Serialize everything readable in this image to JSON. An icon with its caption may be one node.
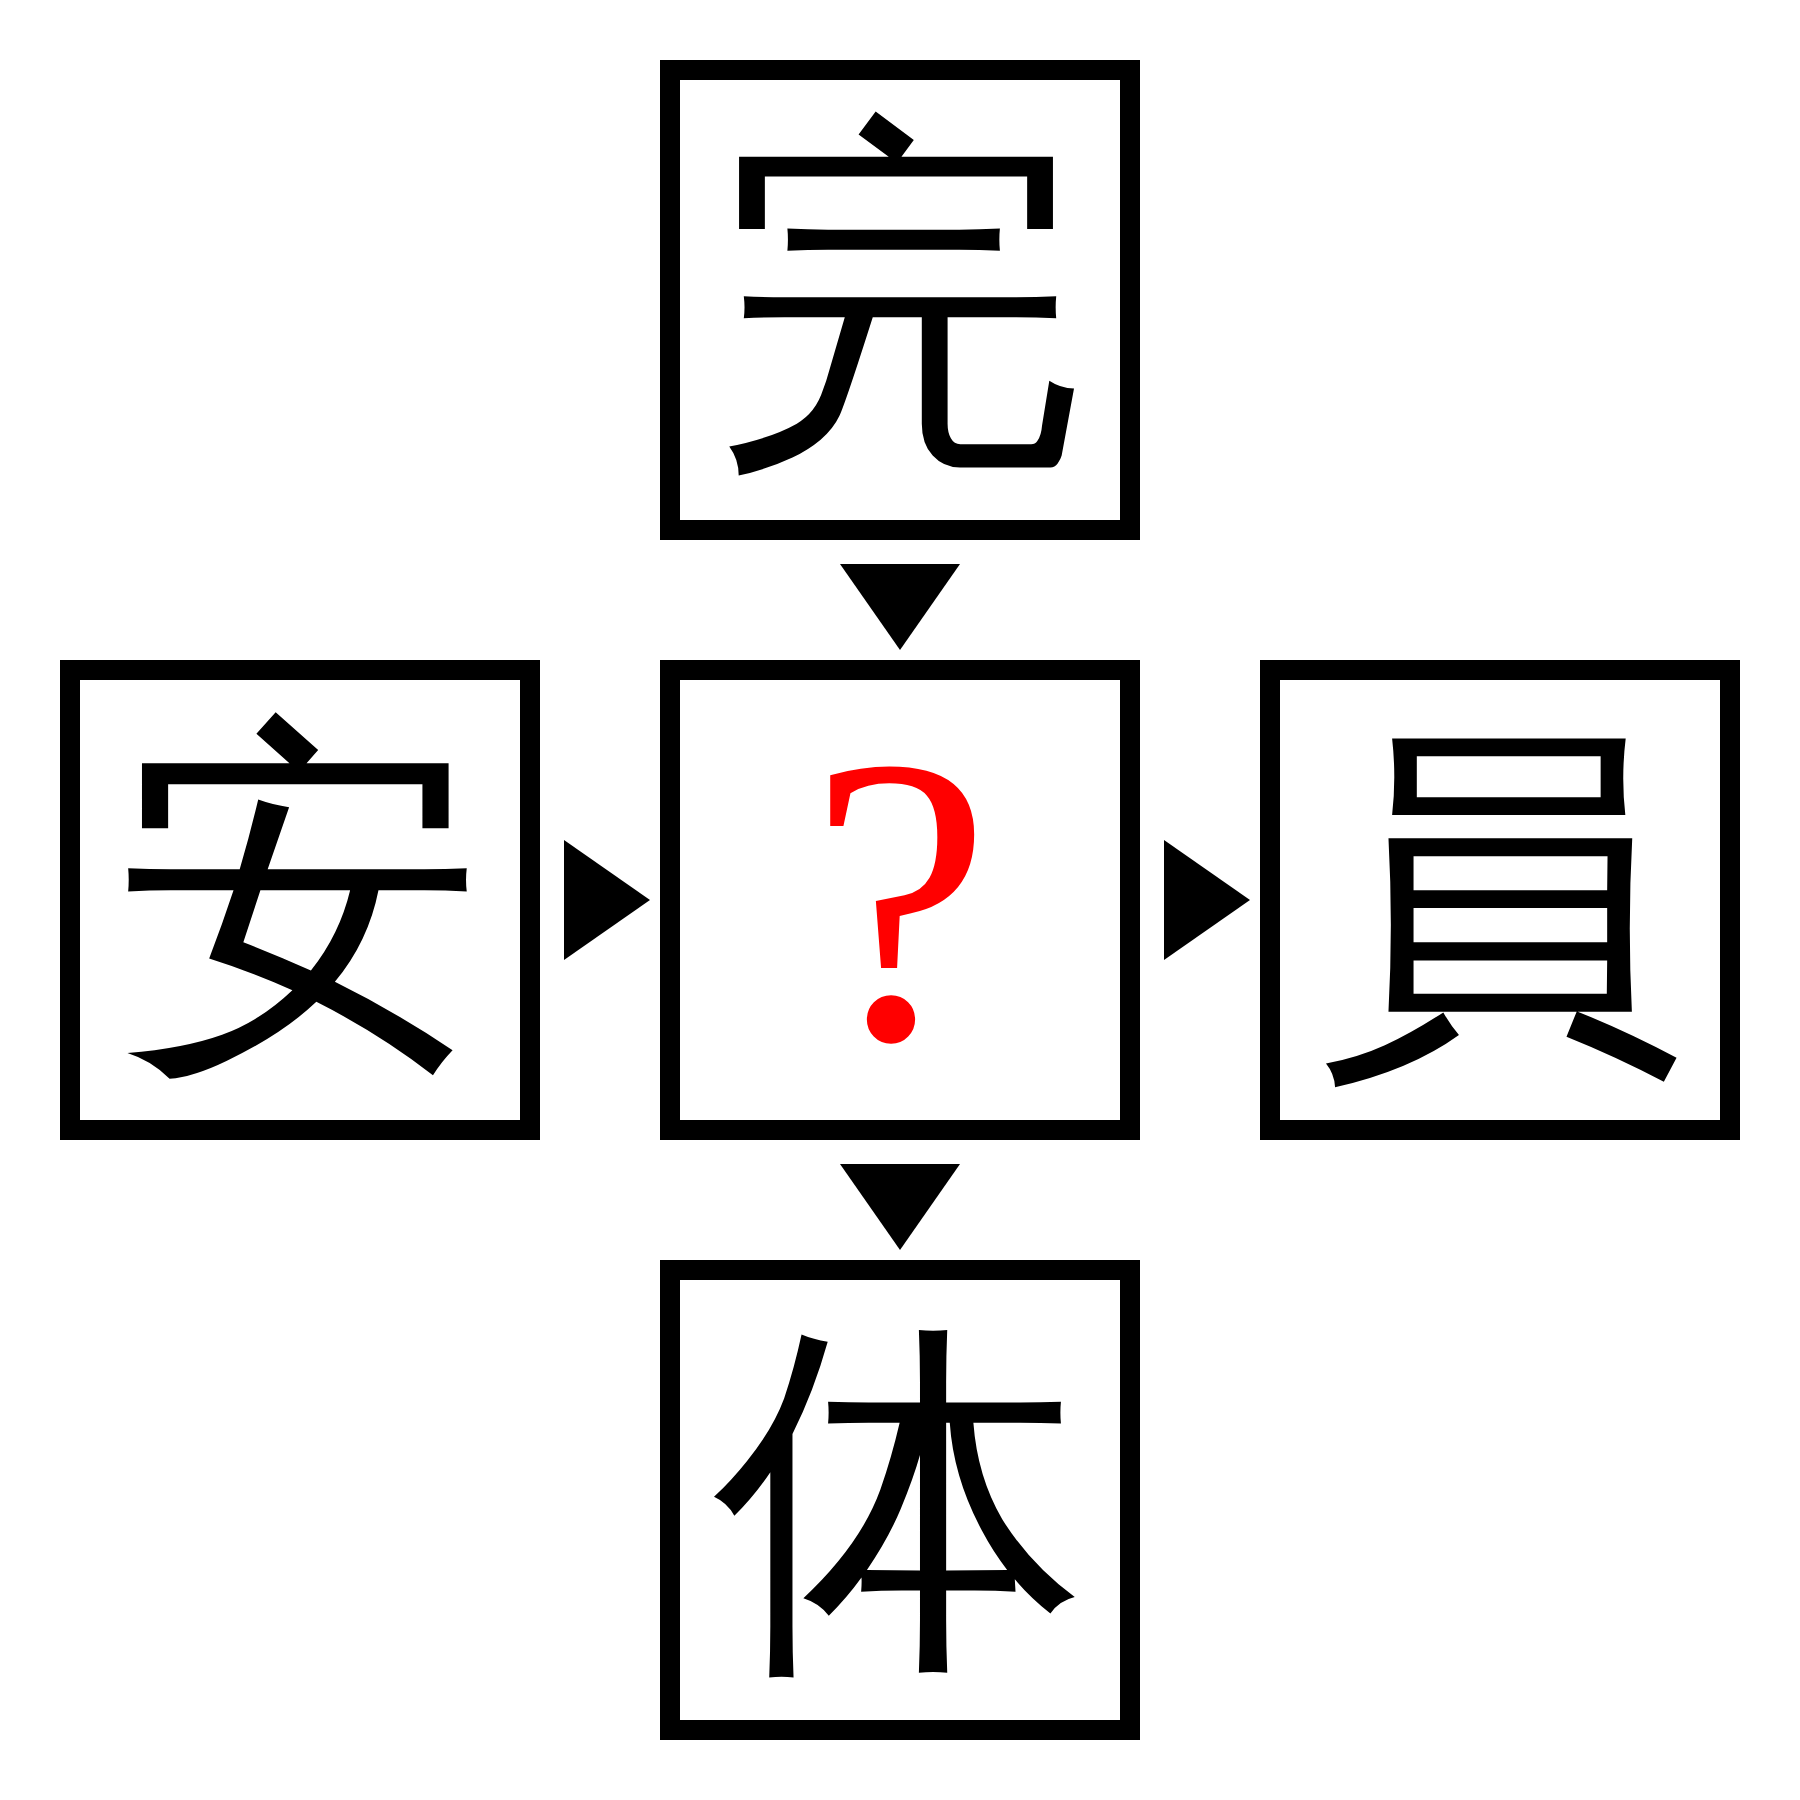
{
  "diagram": {
    "nodes": [
      {
        "text": [
          "完"
        ]
      },
      {
        "text": [
          "安"
        ]
      },
      {
        "text": [
          "?"
        ]
      },
      {
        "text": [
          "員"
        ]
      },
      {
        "text": [
          "体"
        ]
      }
    ],
    "edges": [
      {
        "from": 0,
        "to": 2,
        "arrow": "to"
      },
      {
        "from": 1,
        "to": 2,
        "arrow": "to"
      },
      {
        "from": 2,
        "to": 3,
        "arrow": "to"
      },
      {
        "from": 2,
        "to": 4,
        "arrow": "to"
      }
    ]
  }
}
